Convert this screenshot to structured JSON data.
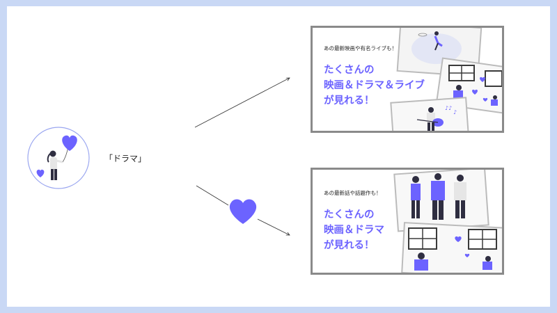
{
  "keyword_label": "「ドラマ」",
  "banner_top": {
    "subtitle": "あの最新映画や有名ライブも！",
    "headline": [
      "たくさんの",
      "映画＆ドラマ＆ライブ",
      "が見れる！"
    ]
  },
  "banner_bottom": {
    "subtitle": "あの最新話や話題作も！",
    "headline": [
      "たくさんの",
      "映画＆ドラマ",
      "が見れる！"
    ]
  },
  "colors": {
    "accent": "#6c63ff",
    "background": "#c9d8f5",
    "frame": "#8a8a8a"
  },
  "icons": [
    "user-avatar-with-heart-balloon",
    "heart-icon",
    "arrow-icon"
  ]
}
